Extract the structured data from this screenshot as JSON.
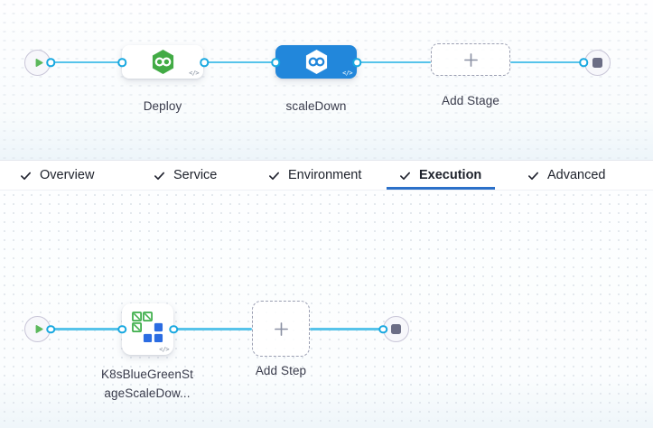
{
  "colors": {
    "selected_stage_bg": "#2287db",
    "connector_line": "#56c3ea",
    "connector_dot_ring": "#18a8e0",
    "active_tab_underline": "#2b70c9",
    "deploy_hexagon_green": "#42ab45",
    "k8s_icon_green": "#3dae4a",
    "k8s_icon_blue": "#2b6ce2",
    "play_icon_green": "#5cb85c",
    "stop_icon_gray": "#6b6d85",
    "node_label_text": "#383a4a",
    "tab_text": "#1d212b"
  },
  "stage_graph": {
    "stages": [
      {
        "label": "Deploy",
        "selected": false
      },
      {
        "label": "scaleDown",
        "selected": true
      }
    ],
    "add_stage_label": "Add Stage",
    "code_glyph": "</>"
  },
  "tab_bar": {
    "tabs": [
      {
        "label": "Overview",
        "checked": true,
        "active": false
      },
      {
        "label": "Service",
        "checked": true,
        "active": false
      },
      {
        "label": "Environment",
        "checked": true,
        "active": false
      },
      {
        "label": "Execution",
        "checked": true,
        "active": true
      },
      {
        "label": "Advanced",
        "checked": true,
        "active": false
      }
    ]
  },
  "execution_graph": {
    "step_label_line1": "K8sBlueGreenSt",
    "step_label_line2": "ageScaleDow...",
    "add_step_label": "Add Step",
    "code_glyph": "</>"
  }
}
